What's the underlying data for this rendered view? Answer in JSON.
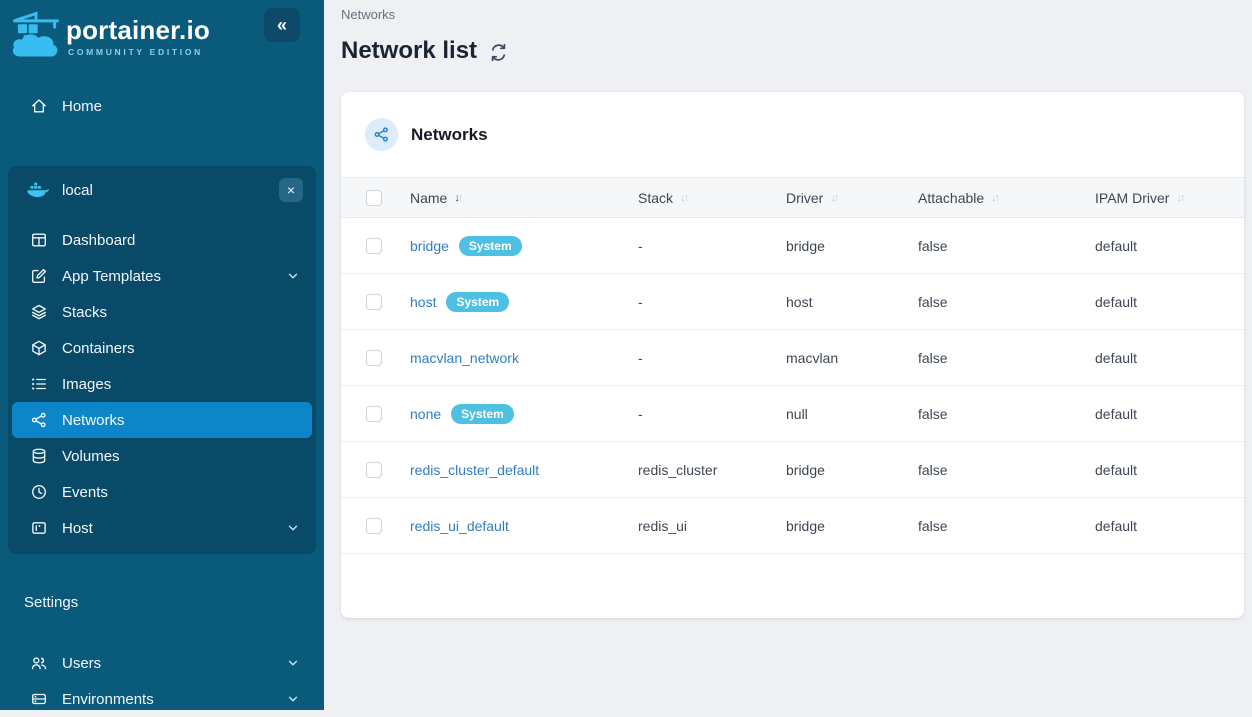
{
  "brand": {
    "name": "portainer.io",
    "edition": "COMMUNITY EDITION",
    "collapse_icon": "«"
  },
  "sidebar": {
    "home_label": "Home",
    "environment": {
      "name": "local",
      "close_icon": "×",
      "items": [
        {
          "label": "Dashboard"
        },
        {
          "label": "App Templates",
          "has_chevron": true
        },
        {
          "label": "Stacks"
        },
        {
          "label": "Containers"
        },
        {
          "label": "Images"
        },
        {
          "label": "Networks",
          "active": true
        },
        {
          "label": "Volumes"
        },
        {
          "label": "Events"
        },
        {
          "label": "Host",
          "has_chevron": true
        }
      ]
    },
    "settings_label": "Settings",
    "settings_items": [
      {
        "label": "Users",
        "has_chevron": true
      },
      {
        "label": "Environments",
        "has_chevron": true
      }
    ]
  },
  "main": {
    "breadcrumb": "Networks",
    "title": "Network list",
    "card": {
      "title": "Networks",
      "table": {
        "columns": [
          {
            "label": "Name",
            "sort_active": true
          },
          {
            "label": "Stack"
          },
          {
            "label": "Driver"
          },
          {
            "label": "Attachable"
          },
          {
            "label": "IPAM Driver"
          }
        ],
        "sort_down": "↓",
        "sort_up": "↑",
        "system_badge_label": "System",
        "rows": [
          {
            "name": "bridge",
            "system": true,
            "stack": "-",
            "driver": "bridge",
            "attachable": "false",
            "ipam_driver": "default"
          },
          {
            "name": "host",
            "system": true,
            "stack": "-",
            "driver": "host",
            "attachable": "false",
            "ipam_driver": "default"
          },
          {
            "name": "macvlan_network",
            "system": false,
            "stack": "-",
            "driver": "macvlan",
            "attachable": "false",
            "ipam_driver": "default"
          },
          {
            "name": "none",
            "system": true,
            "stack": "-",
            "driver": "null",
            "attachable": "false",
            "ipam_driver": "default"
          },
          {
            "name": "redis_cluster_default",
            "system": false,
            "stack": "redis_cluster",
            "driver": "bridge",
            "attachable": "false",
            "ipam_driver": "default"
          },
          {
            "name": "redis_ui_default",
            "system": false,
            "stack": "redis_ui",
            "driver": "bridge",
            "attachable": "false",
            "ipam_driver": "default"
          }
        ]
      }
    }
  },
  "colors": {
    "sidebar_bg": "#0a5a7c",
    "environment_box_bg": "#094a68",
    "active_item_bg": "#0d86c9",
    "logo_cyan": "#38bdf2",
    "link": "#2e7ec4",
    "badge_bg": "#4ec0e4",
    "page_bg": "#eef0f3",
    "table_header_bg": "#f6f7f9",
    "title_text": "#1a2433",
    "body_text": "#3f4754"
  }
}
